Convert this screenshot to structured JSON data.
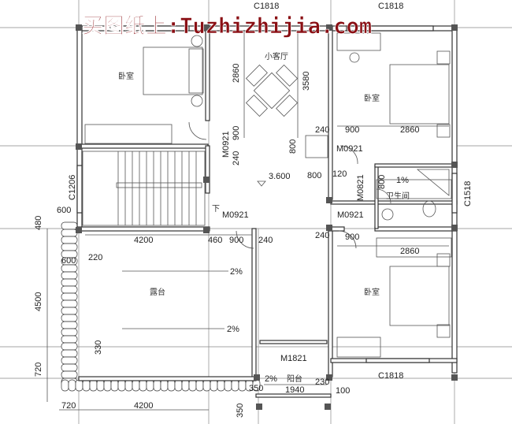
{
  "watermark": "买图纸上:Tuzhizhijia.com",
  "colors": {
    "watermark": "#8a0f14",
    "lines": "#333333"
  },
  "windows": {
    "top_left": "C1818",
    "top_right": "C1818",
    "bottom_right": "C1818",
    "right": "C1518",
    "left": "C1206"
  },
  "doors": {
    "m1": "M0921",
    "m2": "M0921",
    "m3": "M0921",
    "m4": "M0921",
    "bath": "M0821",
    "balcony": "M1821"
  },
  "rooms": {
    "bedroom_left": "卧室",
    "living": "小客厅",
    "bedroom_right_top": "卧室",
    "bathroom": "卫生间",
    "terrace": "露台",
    "bedroom_right_bottom": "卧室",
    "balcony": "阳台"
  },
  "elevation": "3.600",
  "stair_down": "下",
  "slopes": {
    "bath": "1%",
    "terrace1": "2%",
    "terrace2": "2%",
    "balcony": "2%"
  },
  "dims": {
    "d2860a": "2860",
    "d3580": "3580",
    "d900a": "900",
    "d240a": "240",
    "d800a": "800",
    "d800b": "800",
    "d120": "120",
    "d240b": "240",
    "d900b": "900",
    "d2860b": "2860",
    "d800c": "800",
    "d600a": "600",
    "d480": "480",
    "d4200a": "4200",
    "d460": "460",
    "d900c": "900",
    "d240c": "240",
    "d240d": "240",
    "d900d": "900",
    "d2860c": "2860",
    "d600b": "600",
    "d220": "220",
    "d4500": "4500",
    "d330": "330",
    "d720a": "720",
    "d350a": "350",
    "d1940": "1940",
    "d230": "230",
    "d100": "100",
    "d720b": "720",
    "d4200b": "4200",
    "d350b": "350"
  }
}
